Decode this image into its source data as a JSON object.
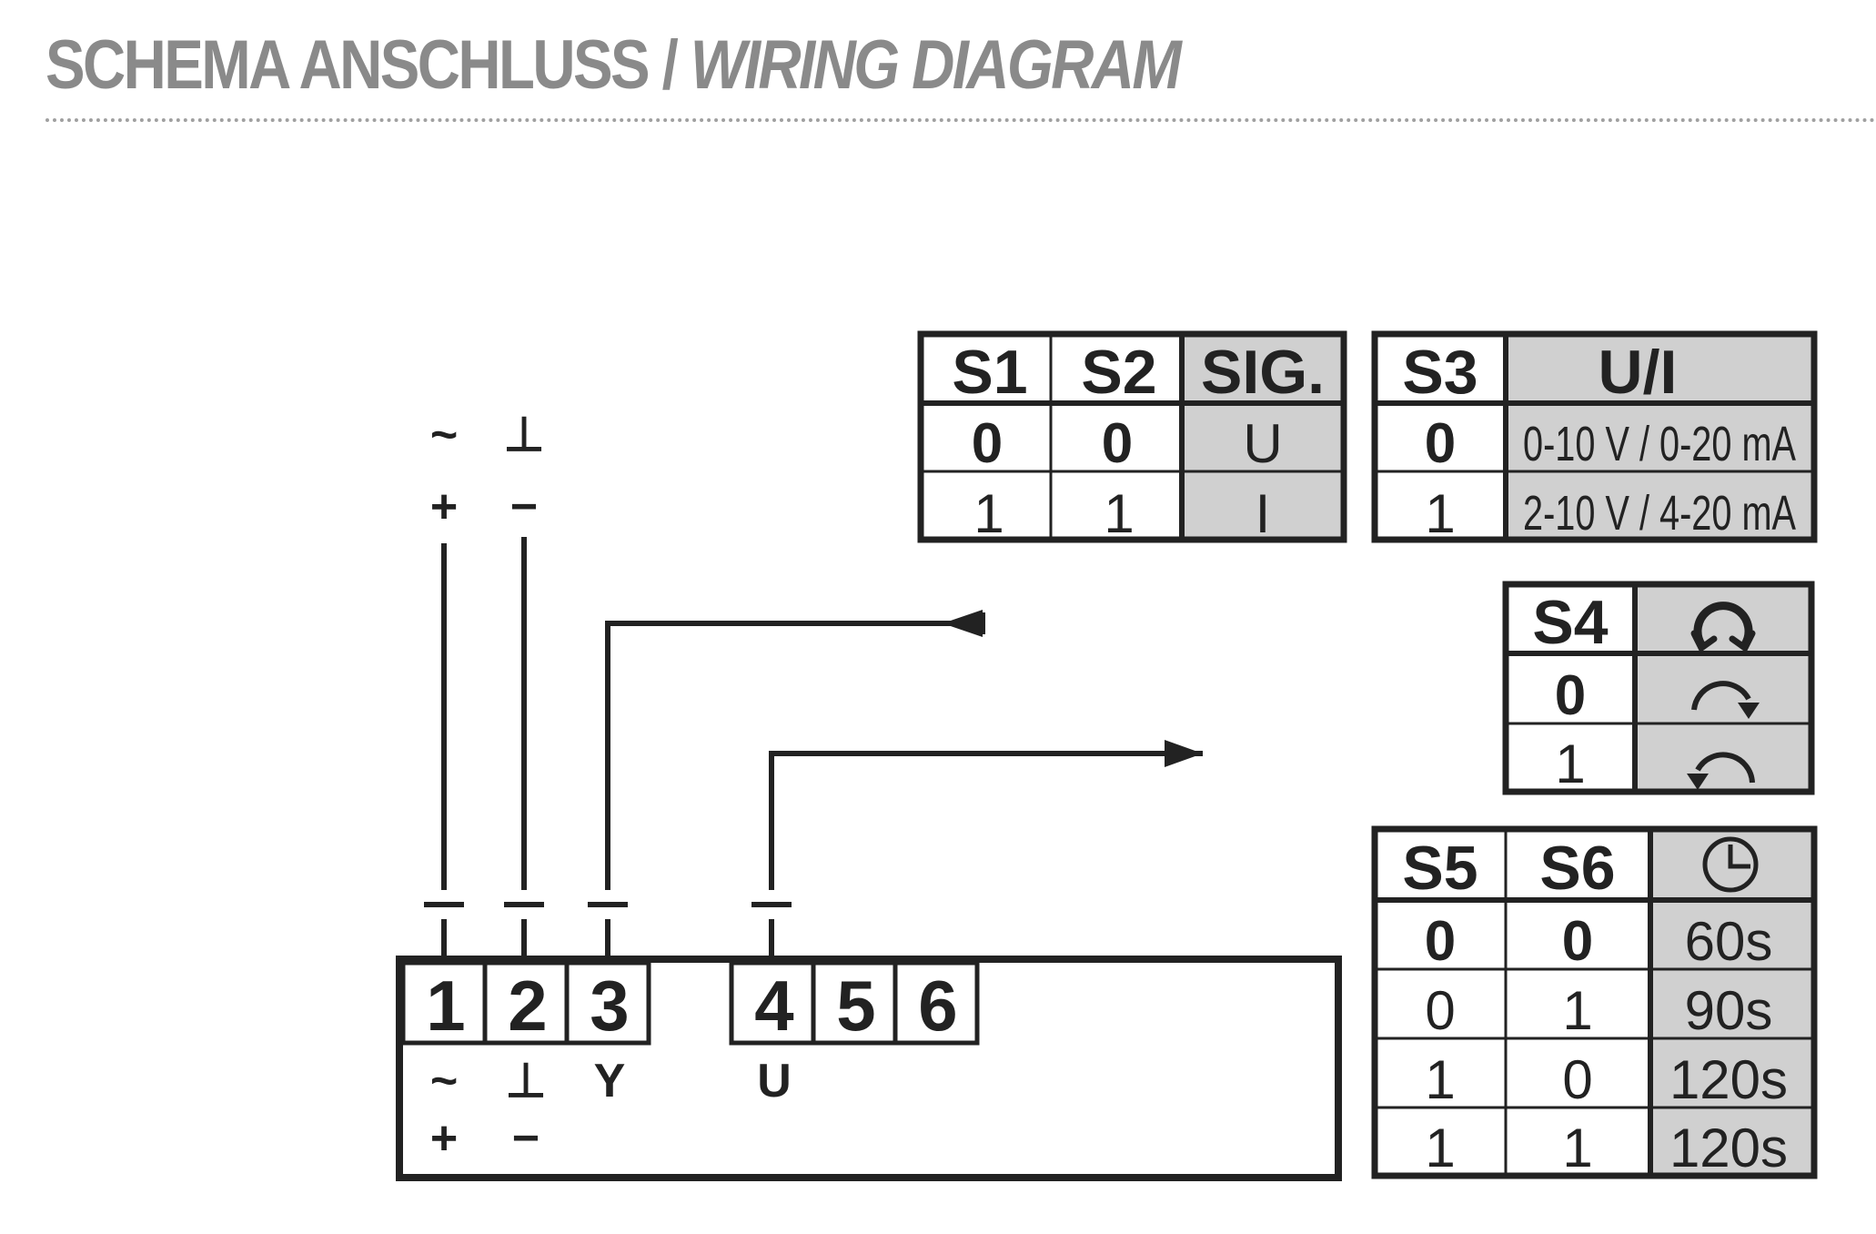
{
  "title": {
    "main": "SCHEMA ANSCHLUSS",
    "sep": " / ",
    "sub": "WIRING DIAGRAM"
  },
  "colors": {
    "ink": "#222222",
    "shade": "#d0d0d0",
    "title": "#8a8a8a"
  },
  "power": {
    "ac": "~",
    "ground": "⊥",
    "plus": "+",
    "minus": "−"
  },
  "terminals": [
    {
      "num": "1",
      "sym1": "~",
      "sym2": "+"
    },
    {
      "num": "2",
      "sym1": "⊥",
      "sym2": "−"
    },
    {
      "num": "3",
      "sym1": "Y",
      "sym2": ""
    },
    {
      "num": "4",
      "sym1": "U",
      "sym2": ""
    },
    {
      "num": "5",
      "sym1": "",
      "sym2": ""
    },
    {
      "num": "6",
      "sym1": "",
      "sym2": ""
    }
  ],
  "signal_in_arrow": "arrow-left-icon",
  "signal_out_arrow": "arrow-right-icon",
  "table_signal": {
    "headers": [
      "S1",
      "S2",
      "SIG."
    ],
    "rows": [
      [
        "0",
        "0",
        "U"
      ],
      [
        "1",
        "1",
        "I"
      ]
    ]
  },
  "table_range": {
    "headers": [
      "S3",
      "U/I"
    ],
    "rows": [
      [
        "0",
        "0-10 V / 0-20 mA"
      ],
      [
        "1",
        "2-10 V / 4-20 mA"
      ]
    ]
  },
  "table_direction": {
    "header": "S4",
    "header_icon": "rotation-both-icon",
    "rows": [
      {
        "value": "0",
        "icon": "rotation-clockwise-icon"
      },
      {
        "value": "1",
        "icon": "rotation-counterclockwise-icon"
      }
    ]
  },
  "table_time": {
    "headers": [
      "S5",
      "S6"
    ],
    "header_icon": "clock-icon",
    "rows": [
      [
        "0",
        "0",
        "60s"
      ],
      [
        "0",
        "1",
        "90s"
      ],
      [
        "1",
        "0",
        "120s"
      ],
      [
        "1",
        "1",
        "120s"
      ]
    ]
  }
}
